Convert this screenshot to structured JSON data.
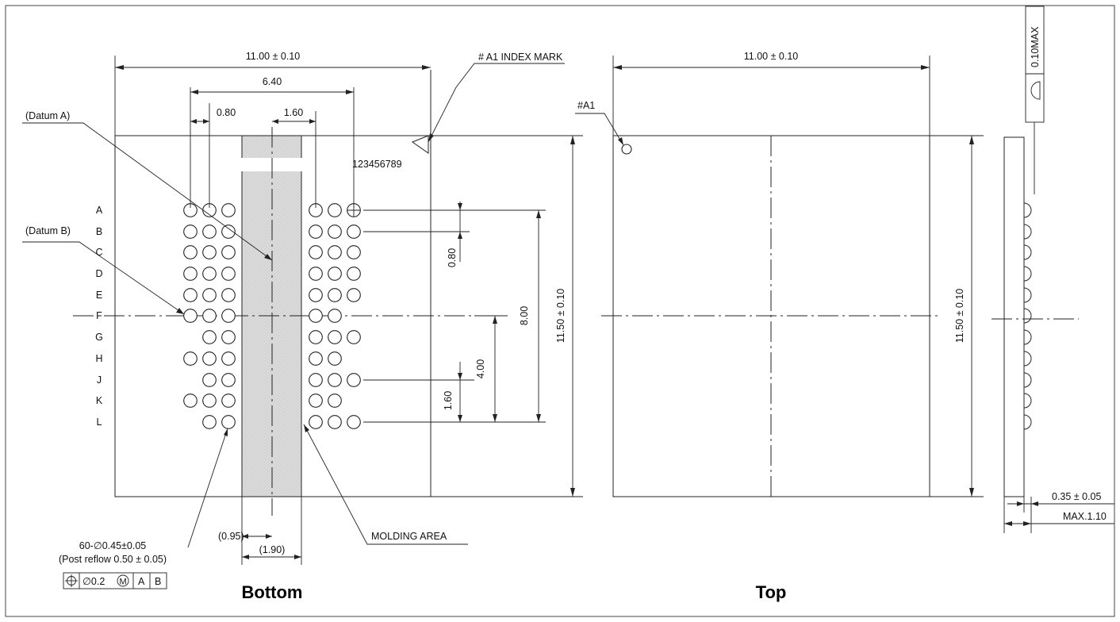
{
  "bottom_view": {
    "title": "Bottom",
    "width_dim": "11.00 ± 0.10",
    "span_dim": "6.40",
    "pitch_dim": "0.80",
    "gap_dim": "1.60",
    "index_mark_label": "# A1 INDEX MARK",
    "column_numbers": "123456789",
    "datum_a_label": "(Datum A)",
    "datum_b_label": "(Datum B)",
    "row_letters": [
      "A",
      "B",
      "C",
      "D",
      "E",
      "F",
      "G",
      "H",
      "J",
      "K",
      "L"
    ],
    "row_pitch_dim": "0.80",
    "rows_span_dim": "8.00",
    "half_span_dim": "4.00",
    "lower_gap_dim": "1.60",
    "height_dim": "11.50 ± 0.10",
    "ball_spec_line1": "60-∅0.45±0.05",
    "ball_spec_line2": "(Post reflow 0.50 ± 0.05)",
    "tolerance_frame": [
      "∅0.2",
      "A",
      "B"
    ],
    "mold_half_dim": "(0.95)",
    "mold_width_dim": "(1.90)",
    "molding_area_label": "MOLDING AREA"
  },
  "top_view": {
    "title": "Top",
    "width_dim": "11.00 ± 0.10",
    "a1_label": "#A1",
    "height_dim": "11.50 ± 0.10"
  },
  "side_view": {
    "coplanarity_dim": "0.10MAX",
    "ball_height_dim": "0.35 ± 0.05",
    "max_height_dim": "MAX.1.10"
  }
}
